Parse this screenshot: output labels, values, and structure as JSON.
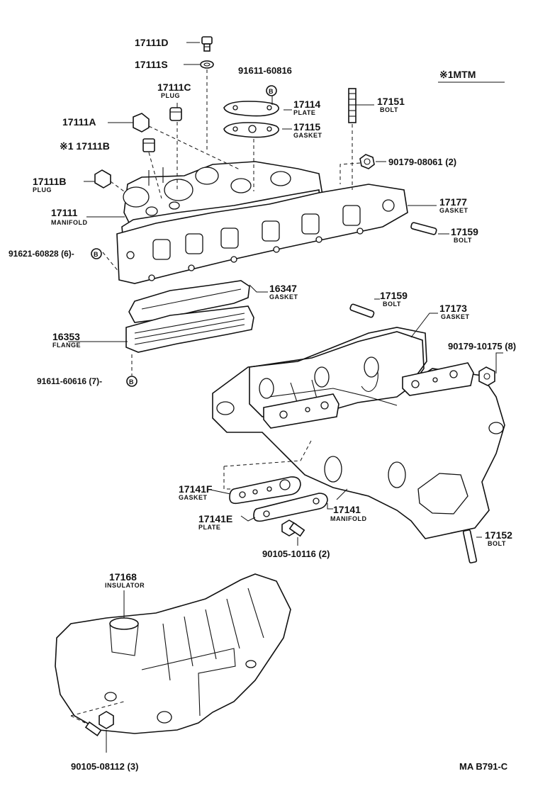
{
  "header_note": "※1MTM",
  "footer_code": "MA  B791-C",
  "bolt_marker": "B",
  "parts": [
    {
      "id": "p17111D",
      "number": "17111D",
      "name": ""
    },
    {
      "id": "p17111S",
      "number": "17111S",
      "name": ""
    },
    {
      "id": "p17111C",
      "number": "17111C",
      "name": "PLUG"
    },
    {
      "id": "p17111A",
      "number": "17111A",
      "name": ""
    },
    {
      "id": "p17111B_mtm",
      "number": "※1 17111B",
      "name": ""
    },
    {
      "id": "p17111B",
      "number": "17111B",
      "name": "PLUG"
    },
    {
      "id": "p17111",
      "number": "17111",
      "name": "MANIFOLD"
    },
    {
      "id": "p91621",
      "number": "91621-60828 (6)-",
      "name": ""
    },
    {
      "id": "p91611_60816",
      "number": "91611-60816",
      "name": ""
    },
    {
      "id": "p17114",
      "number": "17114",
      "name": "PLATE"
    },
    {
      "id": "p17115",
      "number": "17115",
      "name": "GASKET"
    },
    {
      "id": "p17151",
      "number": "17151",
      "name": "BOLT"
    },
    {
      "id": "p90179_08061",
      "number": "90179-08061 (2)",
      "name": ""
    },
    {
      "id": "p17177",
      "number": "17177",
      "name": "GASKET"
    },
    {
      "id": "p17159a",
      "number": "17159",
      "name": "BOLT"
    },
    {
      "id": "p16347",
      "number": "16347",
      "name": "GASKET"
    },
    {
      "id": "p16353",
      "number": "16353",
      "name": "FLANGE"
    },
    {
      "id": "p91611_60616",
      "number": "91611-60616 (7)-",
      "name": ""
    },
    {
      "id": "p17159b",
      "number": "17159",
      "name": "BOLT"
    },
    {
      "id": "p17173",
      "number": "17173",
      "name": "GASKET"
    },
    {
      "id": "p90179_10175",
      "number": "90179-10175 (8)",
      "name": ""
    },
    {
      "id": "p17141F",
      "number": "17141F",
      "name": "GASKET"
    },
    {
      "id": "p17141E",
      "number": "17141E",
      "name": "PLATE"
    },
    {
      "id": "p17141",
      "number": "17141",
      "name": "MANIFOLD"
    },
    {
      "id": "p90105_10116",
      "number": "90105-10116 (2)",
      "name": ""
    },
    {
      "id": "p17152",
      "number": "17152",
      "name": "BOLT"
    },
    {
      "id": "p17168",
      "number": "17168",
      "name": "INSULATOR"
    },
    {
      "id": "p90105_08112",
      "number": "90105-08112 (3)",
      "name": ""
    }
  ]
}
